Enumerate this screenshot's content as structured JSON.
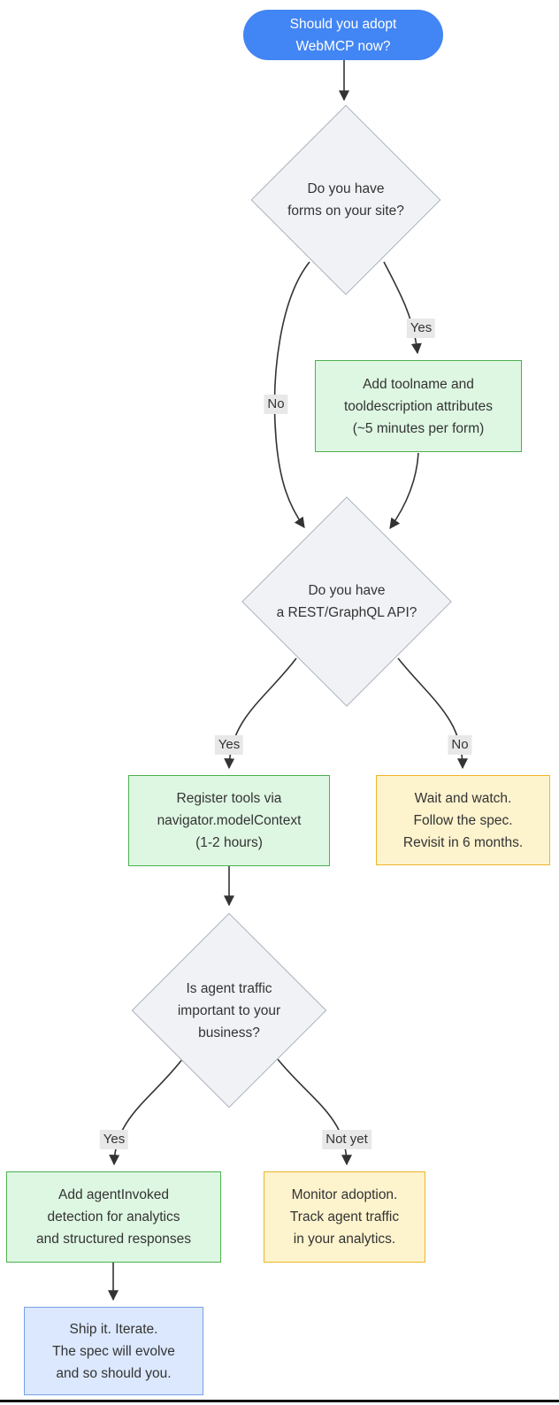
{
  "diagram_title": "Should you adopt WebMCP now?",
  "nodes": {
    "start": {
      "type": "start",
      "label": [
        "Should you adopt",
        "WebMCP now?"
      ]
    },
    "q_forms": {
      "type": "decision",
      "label": [
        "Do you have",
        "forms on your site?"
      ]
    },
    "a_forms": {
      "type": "action",
      "label": [
        "Add toolname and",
        "tooldescription attributes",
        "(~5 minutes per form)"
      ]
    },
    "q_api": {
      "type": "decision",
      "label": [
        "Do you have",
        "a REST/GraphQL API?"
      ]
    },
    "a_api": {
      "type": "action",
      "label": [
        "Register tools via",
        "navigator.modelContext",
        "(1-2 hours)"
      ]
    },
    "wait": {
      "type": "wait",
      "label": [
        "Wait and watch.",
        "Follow the spec.",
        "Revisit in 6 months."
      ]
    },
    "q_traffic": {
      "type": "decision",
      "label": [
        "Is agent traffic",
        "important to your",
        "business?"
      ]
    },
    "a_traffic": {
      "type": "action",
      "label": [
        "Add agentInvoked",
        "detection for analytics",
        "and structured responses"
      ]
    },
    "monitor": {
      "type": "wait",
      "label": [
        "Monitor adoption.",
        "Track agent traffic",
        "in your analytics."
      ]
    },
    "ship": {
      "type": "terminal",
      "label": [
        "Ship it. Iterate.",
        "The spec will evolve",
        "and so should you."
      ]
    }
  },
  "edges": [
    {
      "from": "start",
      "to": "q_forms",
      "label": ""
    },
    {
      "from": "q_forms",
      "to": "a_forms",
      "label": "Yes"
    },
    {
      "from": "q_forms",
      "to": "q_api",
      "label": "No"
    },
    {
      "from": "a_forms",
      "to": "q_api",
      "label": ""
    },
    {
      "from": "q_api",
      "to": "a_api",
      "label": "Yes"
    },
    {
      "from": "q_api",
      "to": "wait",
      "label": "No"
    },
    {
      "from": "a_api",
      "to": "q_traffic",
      "label": ""
    },
    {
      "from": "q_traffic",
      "to": "a_traffic",
      "label": "Yes"
    },
    {
      "from": "q_traffic",
      "to": "monitor",
      "label": "Not yet"
    },
    {
      "from": "a_traffic",
      "to": "ship",
      "label": ""
    }
  ],
  "colors": {
    "accent_blue": "#4285f4",
    "node_text": "#333333",
    "start_text": "#ffffff",
    "decision_fill": "#f1f2f6",
    "decision_border": "#aab1bd",
    "action_fill": "#def7e2",
    "action_border": "#4caf50",
    "wait_fill": "#fdf3cd",
    "wait_border": "#f0b429",
    "ship_fill": "#dbe8fd",
    "ship_border": "#78a0e8",
    "edge_color": "#333333",
    "edge_label_bg": "#e8e8e8"
  }
}
